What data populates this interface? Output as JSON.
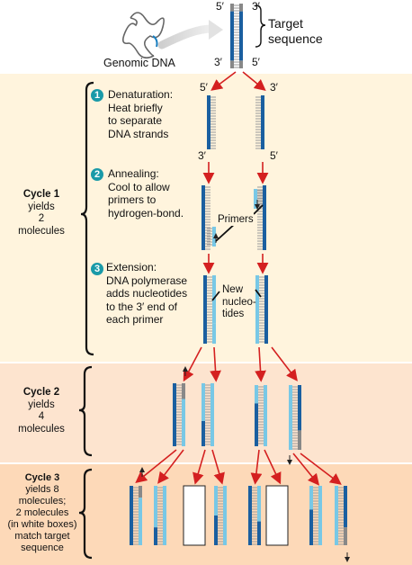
{
  "header": {
    "genomic_label": "Genomic DNA",
    "target_label": "Target sequence",
    "top_5": "5′",
    "top_3": "3′",
    "bot_3": "3′",
    "bot_5": "5′"
  },
  "cycle1": {
    "title": "Cycle 1",
    "line2": "yields",
    "line3": "2",
    "line4": "molecules",
    "steps": [
      {
        "num": "1",
        "title": "Denaturation:",
        "lines": [
          "Heat briefly",
          "to separate",
          "DNA strands"
        ]
      },
      {
        "num": "2",
        "title": "Annealing:",
        "lines": [
          "Cool to allow",
          "primers to",
          "hydrogen-bond."
        ]
      },
      {
        "num": "3",
        "title": "Extension:",
        "lines": [
          "DNA polymerase",
          "adds nucleotides",
          "to the 3′ end of",
          "each primer"
        ]
      }
    ],
    "p5_left": "5′",
    "p3_right": "3′",
    "p3_left": "3′",
    "p5_right": "5′",
    "primers_label": "Primers",
    "new_label": [
      "New",
      "nucleo-",
      "tides"
    ]
  },
  "cycle2": {
    "title": "Cycle 2",
    "line2": "yields",
    "line3": "4",
    "line4": "molecules"
  },
  "cycle3": {
    "title": "Cycle 3",
    "lines": [
      "yields 8",
      "molecules;",
      "2 molecules",
      "(in white boxes)",
      "match target",
      "sequence"
    ]
  },
  "colors": {
    "strand_dark": "#1a5fa0",
    "strand_light": "#78c8e6",
    "rungs": "#9a9a9a",
    "arrow": "#d42020",
    "band1": "#fff4dd",
    "band2": "#fde4cf",
    "band3": "#fdd9b8",
    "badge": "#1a9aa8"
  }
}
